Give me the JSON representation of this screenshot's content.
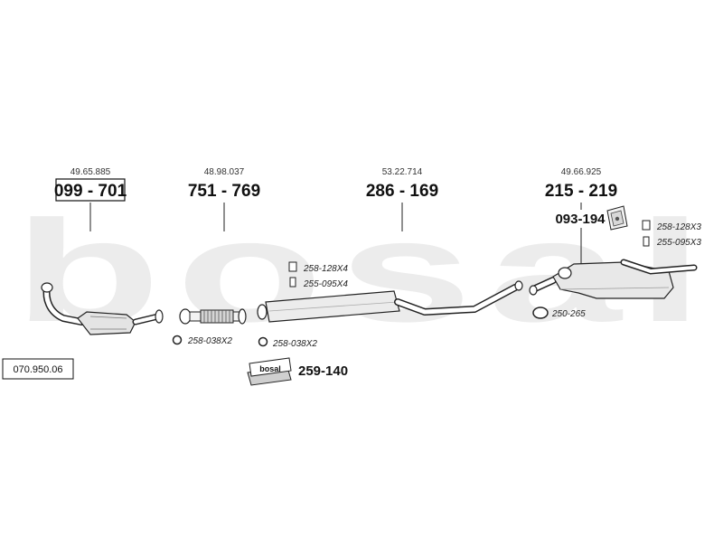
{
  "watermark": "bosal",
  "diagram_number": "070.950.06",
  "parts": [
    {
      "ref": "49.65.885",
      "part_no": "099 - 701"
    },
    {
      "ref": "48.98.037",
      "part_no": "751 - 769"
    },
    {
      "ref": "53.22.714",
      "part_no": "286 - 169"
    },
    {
      "ref": "49.66.925",
      "part_no": "215 - 219"
    }
  ],
  "rubber_mount": "093-194",
  "accessories": {
    "clamp_front": "258-038X2",
    "clamp_mid": "258-038X2",
    "clamp_center": "258-128X4",
    "bolt_center": "255-095X4",
    "clamp_rear": "258-128X3",
    "bolt_rear": "255-095X3",
    "ring_rear": "250-265"
  },
  "mounting_kit": {
    "logo": "bosal",
    "part_no": "259-140"
  },
  "colors": {
    "line": "#222222",
    "watermark": "#ececec"
  }
}
